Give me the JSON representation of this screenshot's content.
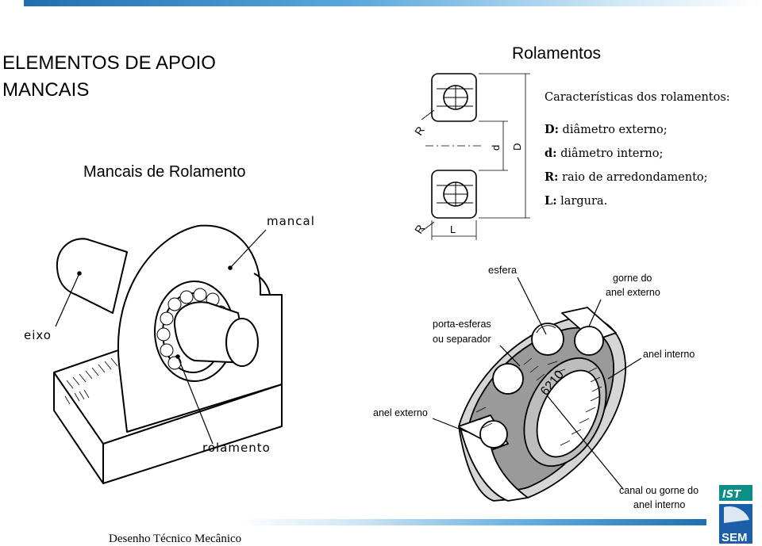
{
  "header": {
    "title": "ELEMENTOS DE APOIO",
    "subtitle": "MANCAIS"
  },
  "section": {
    "heading": "Mancais de Rolamento"
  },
  "bearing_section": {
    "heading": "Rolamentos",
    "dims": {
      "R_top": "R",
      "R_bottom": "R",
      "d": "d",
      "D": "D",
      "L": "L"
    }
  },
  "characteristics": {
    "title": "Características dos rolamentos:",
    "items": [
      {
        "key": "D:",
        "text": " diâmetro externo;"
      },
      {
        "key": "d:",
        "text": " diâmetro interno;"
      },
      {
        "key": "R:",
        "text": " raio de arredondamento;"
      },
      {
        "key": "L:",
        "text": " largura."
      }
    ]
  },
  "housing_labels": {
    "mancal": "mancal",
    "eixo": "eixo",
    "rolamento": "rolamento"
  },
  "cutaway_labels": {
    "esfera": "esfera",
    "gorne_externo_1": "gorne do",
    "gorne_externo_2": "anel externo",
    "porta_esferas_1": "porta-esferas",
    "porta_esferas_2": "ou separador",
    "anel_interno": "anel interno",
    "anel_externo": "anel externo",
    "canal_1": "canal ou gorne do",
    "canal_2": "anel interno",
    "bearing_code": "6210"
  },
  "logo": {
    "top": "IST",
    "bottom": "SEM"
  },
  "footer": {
    "text": "Desenho Técnico Mecânico"
  },
  "colors": {
    "bar_dark": "#1f6fb0",
    "bar_light": "#5aa8dc",
    "logo_green": "#0b8f86",
    "logo_blue": "#1c5fa8"
  }
}
